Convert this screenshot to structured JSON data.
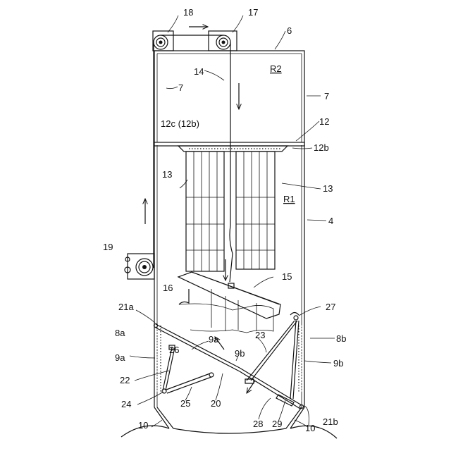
{
  "figure": {
    "labels": {
      "l18": "18",
      "l17": "17",
      "l6": "6",
      "l14": "14",
      "lR2": "R2",
      "l7a": "7",
      "l7b": "7",
      "l12c": "12c (12b)",
      "l12": "12",
      "l12b": "12b",
      "l13a": "13",
      "l13b": "13",
      "lR1": "R1",
      "l4": "4",
      "l19": "19",
      "l15": "15",
      "l16": "16",
      "l21a": "21a",
      "l27": "27",
      "l8a": "8a",
      "l8b": "8b",
      "l23": "23",
      "l9a1": "9a",
      "l9a2": "9a",
      "l26": "26",
      "l9b1": "9b",
      "l9b2": "9b",
      "l22": "22",
      "l24": "24",
      "l25": "25",
      "l20": "20",
      "l28": "28",
      "l29": "29",
      "l10a": "10",
      "l10b": "10",
      "l21b": "21b"
    }
  }
}
